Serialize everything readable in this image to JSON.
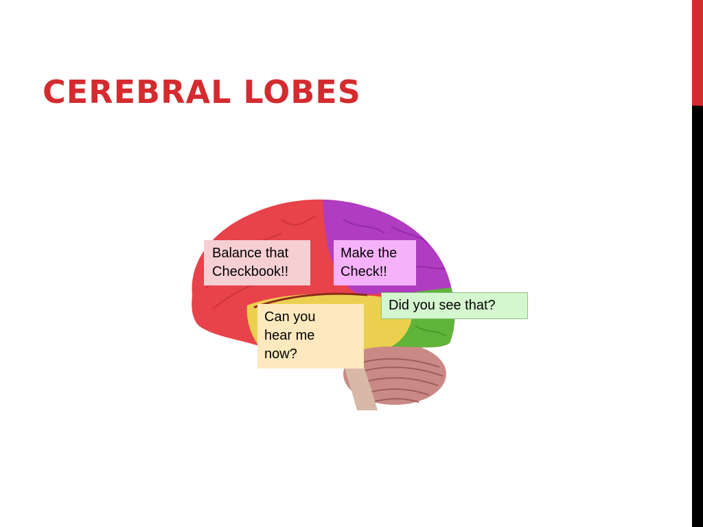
{
  "slide": {
    "title": "CEREBRAL LOBES"
  },
  "callouts": {
    "frontal": {
      "lines": [
        "Balance that",
        "Checkbook!!"
      ]
    },
    "parietal": {
      "lines": [
        "Make the",
        "Check!!"
      ]
    },
    "occipital": {
      "lines": [
        "Did you see that?"
      ]
    },
    "temporal": {
      "lines": [
        "Can you",
        "hear me",
        "now?"
      ]
    }
  },
  "colors": {
    "accent": "#d42b2f",
    "frontal_lobe": "#e83b42",
    "parietal_lobe": "#b535c4",
    "temporal_lobe": "#e8cc4e",
    "occipital_lobe": "#66b83a",
    "cerebellum": "#c77a7a"
  },
  "brain_image": {
    "icon": "brain-lobes-illustration"
  }
}
